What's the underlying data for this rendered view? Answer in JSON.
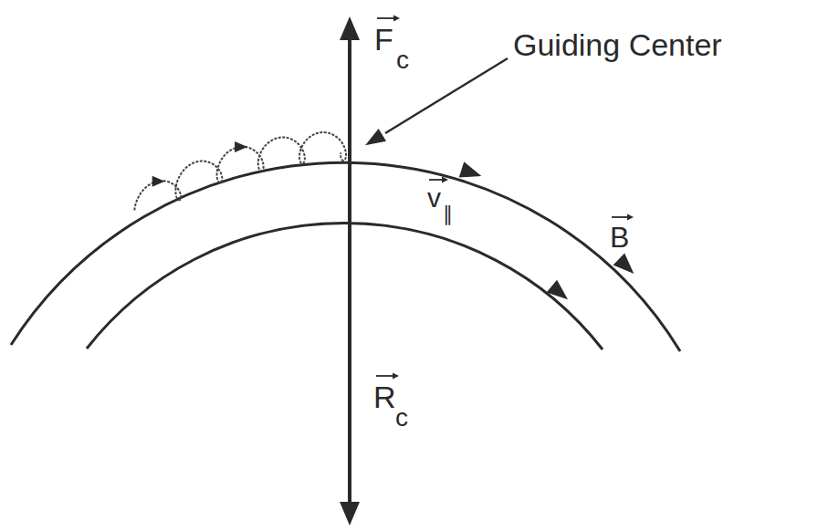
{
  "diagram": {
    "labels": [
      "F",
      "c",
      "Guiding Center",
      "v",
      "∥",
      "B",
      "R",
      "c"
    ]
  }
}
